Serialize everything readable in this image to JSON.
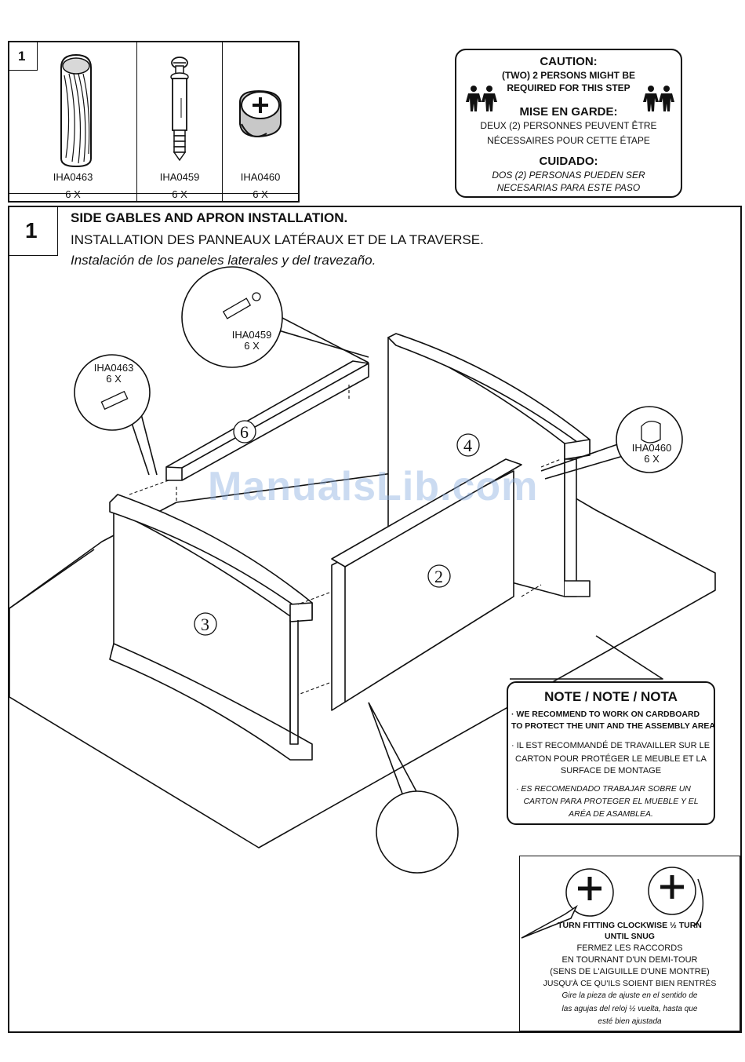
{
  "parts_box": {
    "step_number": "1",
    "items": [
      {
        "code": "IHA0463",
        "qty": "6 X",
        "icon": "wood-dowel-icon"
      },
      {
        "code": "IHA0459",
        "qty": "6 X",
        "icon": "cam-bolt-icon"
      },
      {
        "code": "IHA0460",
        "qty": "6 X",
        "icon": "cam-lock-icon"
      }
    ]
  },
  "caution": {
    "en_title": "CAUTION:",
    "en_line1": "(TWO) 2 PERSONS MIGHT BE",
    "en_line2": "REQUIRED FOR THIS STEP",
    "fr_title": "MISE EN GARDE:",
    "fr_line1": "DEUX (2) PERSONNES PEUVENT  ÊTRE",
    "fr_line2": "NÉCESSAIRES POUR CETTE ÉTAPE",
    "es_title": "CUIDADO:",
    "es_line1": "DOS (2) PERSONAS PUEDEN SER",
    "es_line2": "NECESARIAS PARA ESTE PASO"
  },
  "step": {
    "number": "1",
    "title_en": "SIDE GABLES AND APRON  INSTALLATION.",
    "title_fr": "INSTALLATION DES PANNEAUX LATÉRAUX ET DE LA TRAVERSE.",
    "title_es": "Instalación de los paneles laterales y del travezaño."
  },
  "callouts": {
    "bolt": {
      "code": "IHA0459",
      "qty": "6 X"
    },
    "dowel": {
      "code": "IHA0463",
      "qty": "6 X"
    },
    "cam": {
      "code": "IHA0460",
      "qty": "6 X"
    }
  },
  "panel_numbers": {
    "p6": "6",
    "p4": "4",
    "p2": "2",
    "p3": "3"
  },
  "watermark": "ManualsLib.com",
  "note": {
    "title": "NOTE / NOTE / NOTA",
    "en_line1": "· WE RECOMMEND TO WORK ON CARDBOARD",
    "en_line2": "TO PROTECT THE UNIT AND THE ASSEMBLY AREA",
    "fr_line1": "· IL EST RECOMMANDÉ DE TRAVAILLER SUR LE",
    "fr_line2": "CARTON POUR PROTÉGER LE MEUBLE ET LA",
    "fr_line3": "SURFACE DE MONTAGE",
    "es_line1": "·  ES RECOMENDADO TRABAJAR SOBRE UN",
    "es_line2": "CARTON PARA PROTEGER EL MUEBLE Y EL",
    "es_line3": "ARÉA DE ASAMBLEA."
  },
  "turn_box": {
    "en_line1": "TURN FITTING CLOCKWISE ½ TURN",
    "en_line2": "UNTIL SNUG",
    "fr_line1": "FERMEZ LES RACCORDS",
    "fr_line2": "EN TOURNANT D'UN DEMI-TOUR",
    "fr_line3": "(SENS DE L'AIGUILLE D'UNE MONTRE)",
    "fr_line4": "JUSQU'À CE QU'ILS SOIENT BIEN RENTRÉS",
    "es_line1": "Gire la pieza de ajuste en el sentido de",
    "es_line2": "las agujas del reloj ½ vuelta, hasta que",
    "es_line3": "esté bien ajustada"
  }
}
